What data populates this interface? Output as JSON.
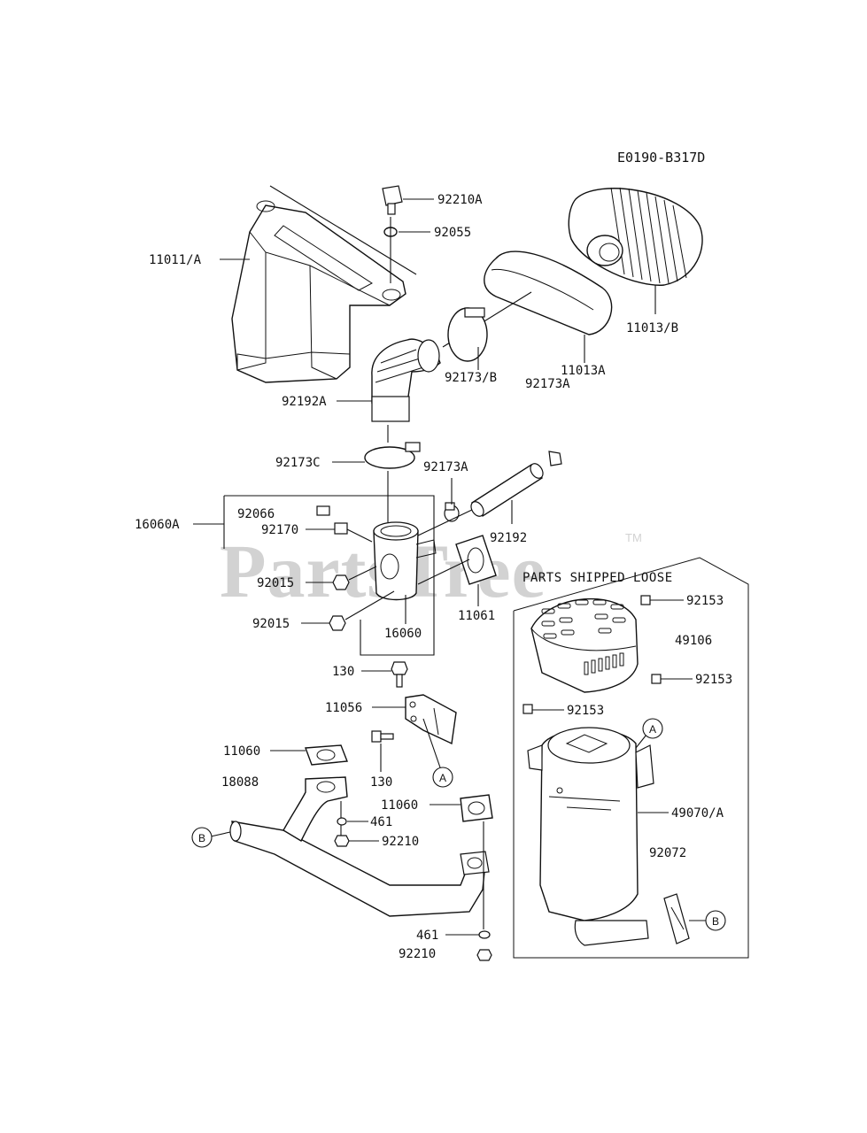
{
  "diagram_code": "E0190-B317D",
  "watermark": {
    "text": "PartsTree",
    "trademark": "TM"
  },
  "loose_parts_box": {
    "title": "PARTS SHIPPED LOOSE"
  },
  "labels": {
    "p11011A": "11011/A",
    "p92210A": "92210A",
    "p92055": "92055",
    "p11013B": "11013/B",
    "p11013A": "11013A",
    "p92192A": "92192A",
    "p92173B": "92173/B",
    "p92173A_top": "92173A",
    "p92173C": "92173C",
    "p92173A_mid": "92173A",
    "p16060A": "16060A",
    "p92066": "92066",
    "p92170": "92170",
    "p92192": "92192",
    "p92015_a": "92015",
    "p92015_b": "92015",
    "p16060": "16060",
    "p11061": "11061",
    "p130_top": "130",
    "p11056": "11056",
    "p11060_left": "11060",
    "p18088": "18088",
    "p130_bottom": "130",
    "p11060_right": "11060",
    "p461_top": "461",
    "p92210_top": "92210",
    "p461_bottom": "461",
    "p92210_bottom": "92210",
    "p92153_a": "92153",
    "p49106": "49106",
    "p92153_b": "92153",
    "p92153_c": "92153",
    "p49070A": "49070/A",
    "p92072": "92072"
  },
  "callouts": {
    "a_muffler": "A",
    "a_bracket": "A",
    "b_pipe": "B",
    "b_clamp": "B"
  }
}
